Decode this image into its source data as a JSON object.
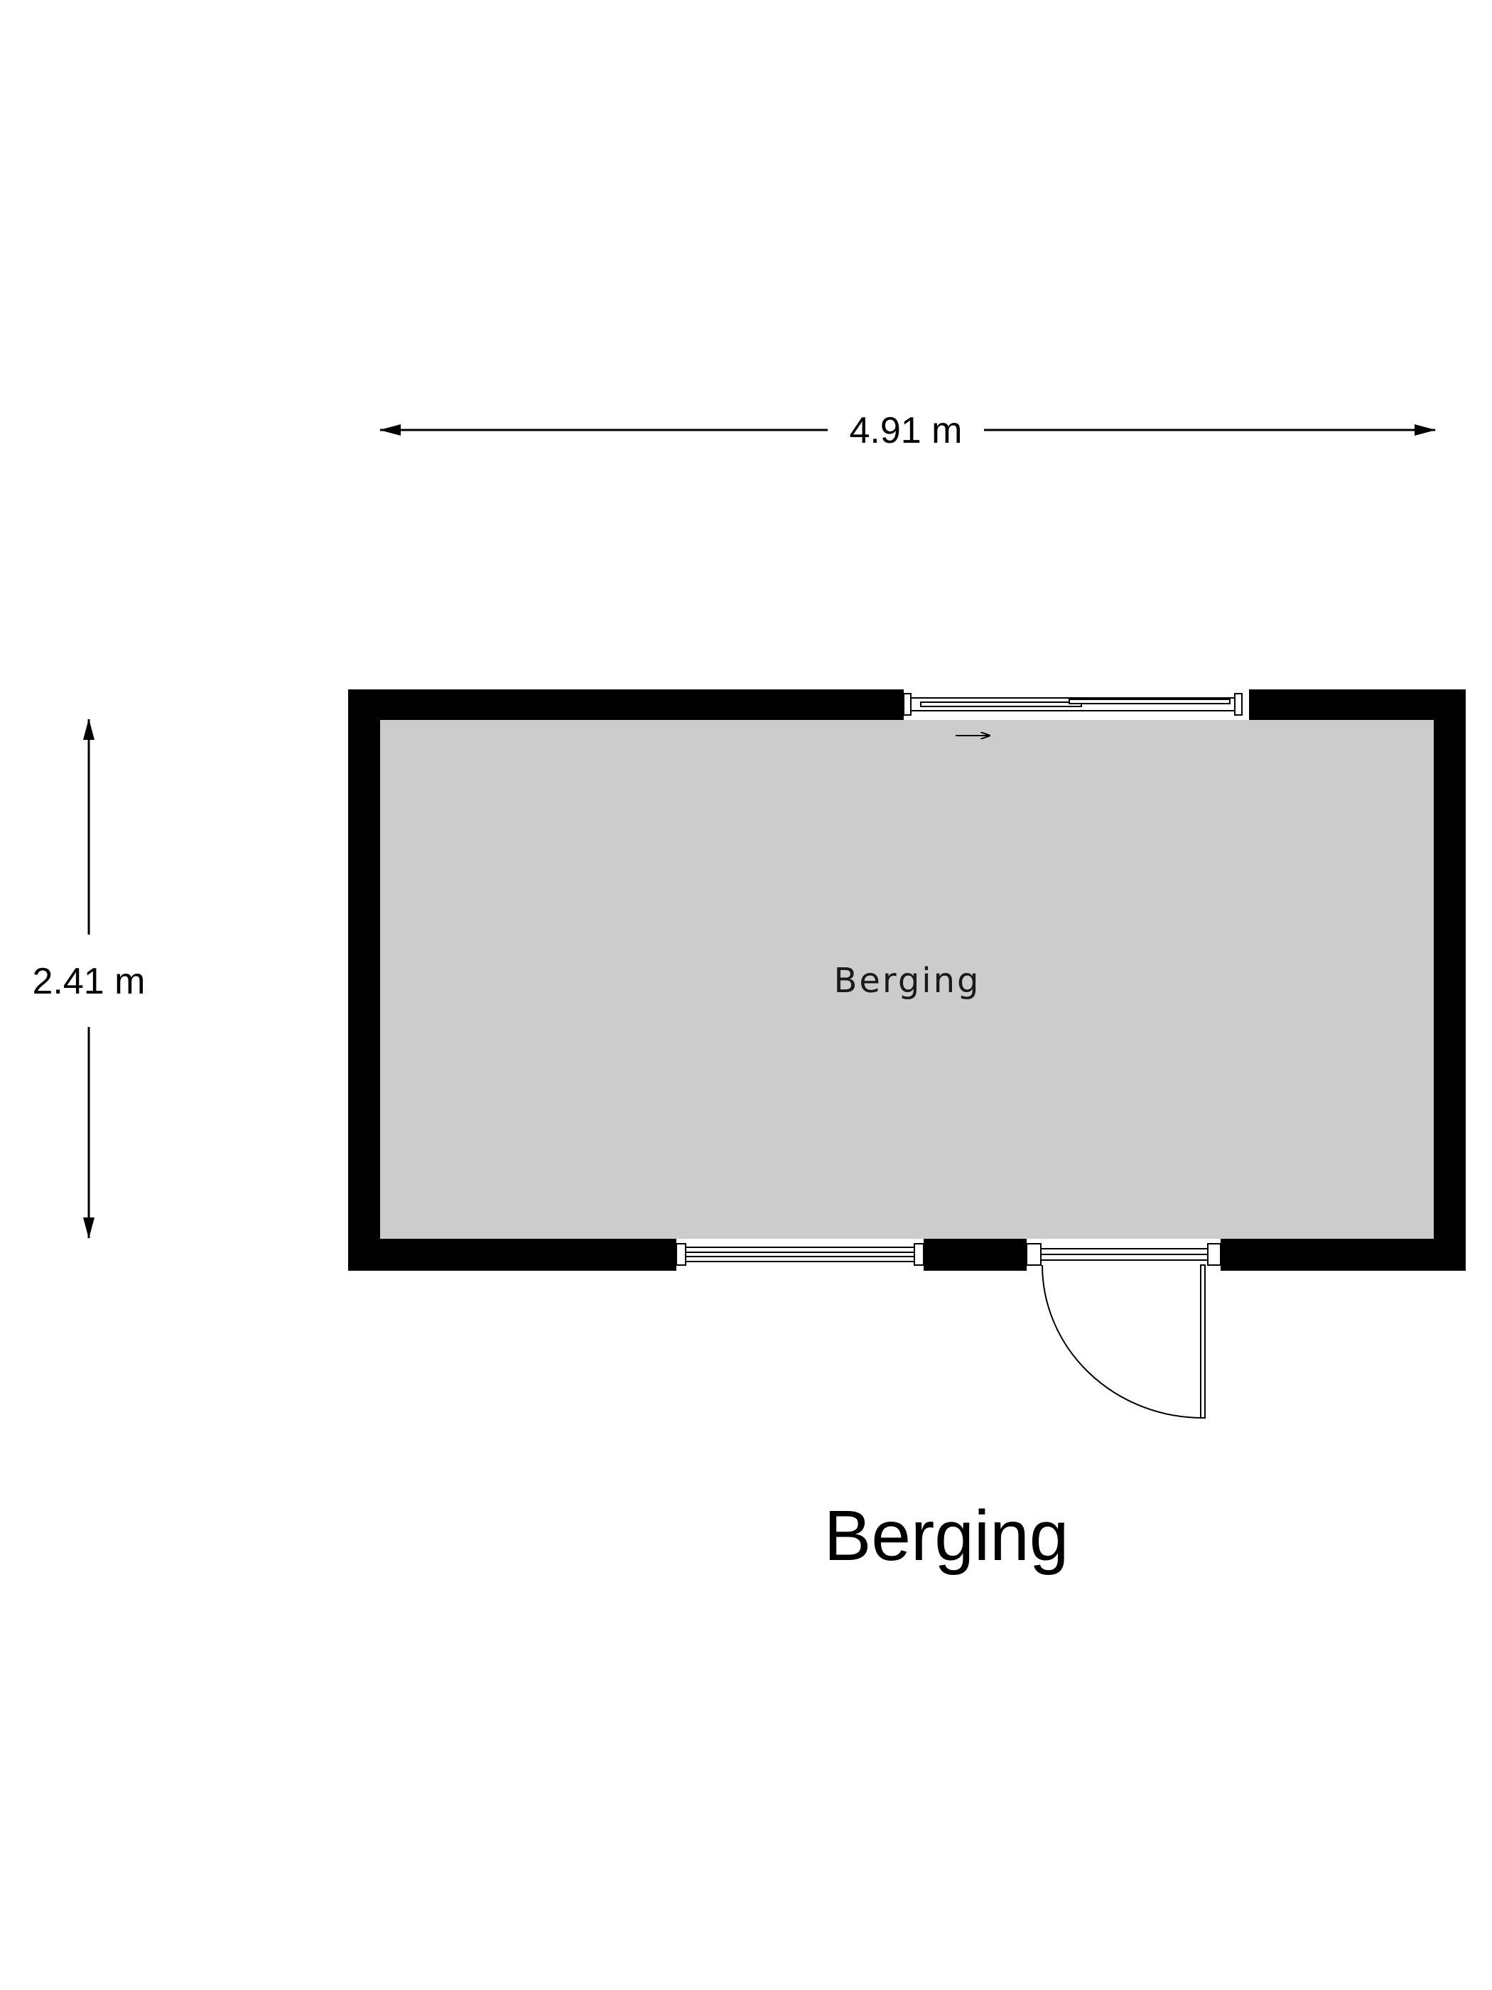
{
  "plan": {
    "title": "Berging",
    "room_label": "Berging",
    "width_dimension": "4.91 m",
    "height_dimension": "2.41 m",
    "colors": {
      "wall": "#000000",
      "floor": "#cccccc",
      "background": "#ffffff",
      "line": "#000000"
    }
  }
}
